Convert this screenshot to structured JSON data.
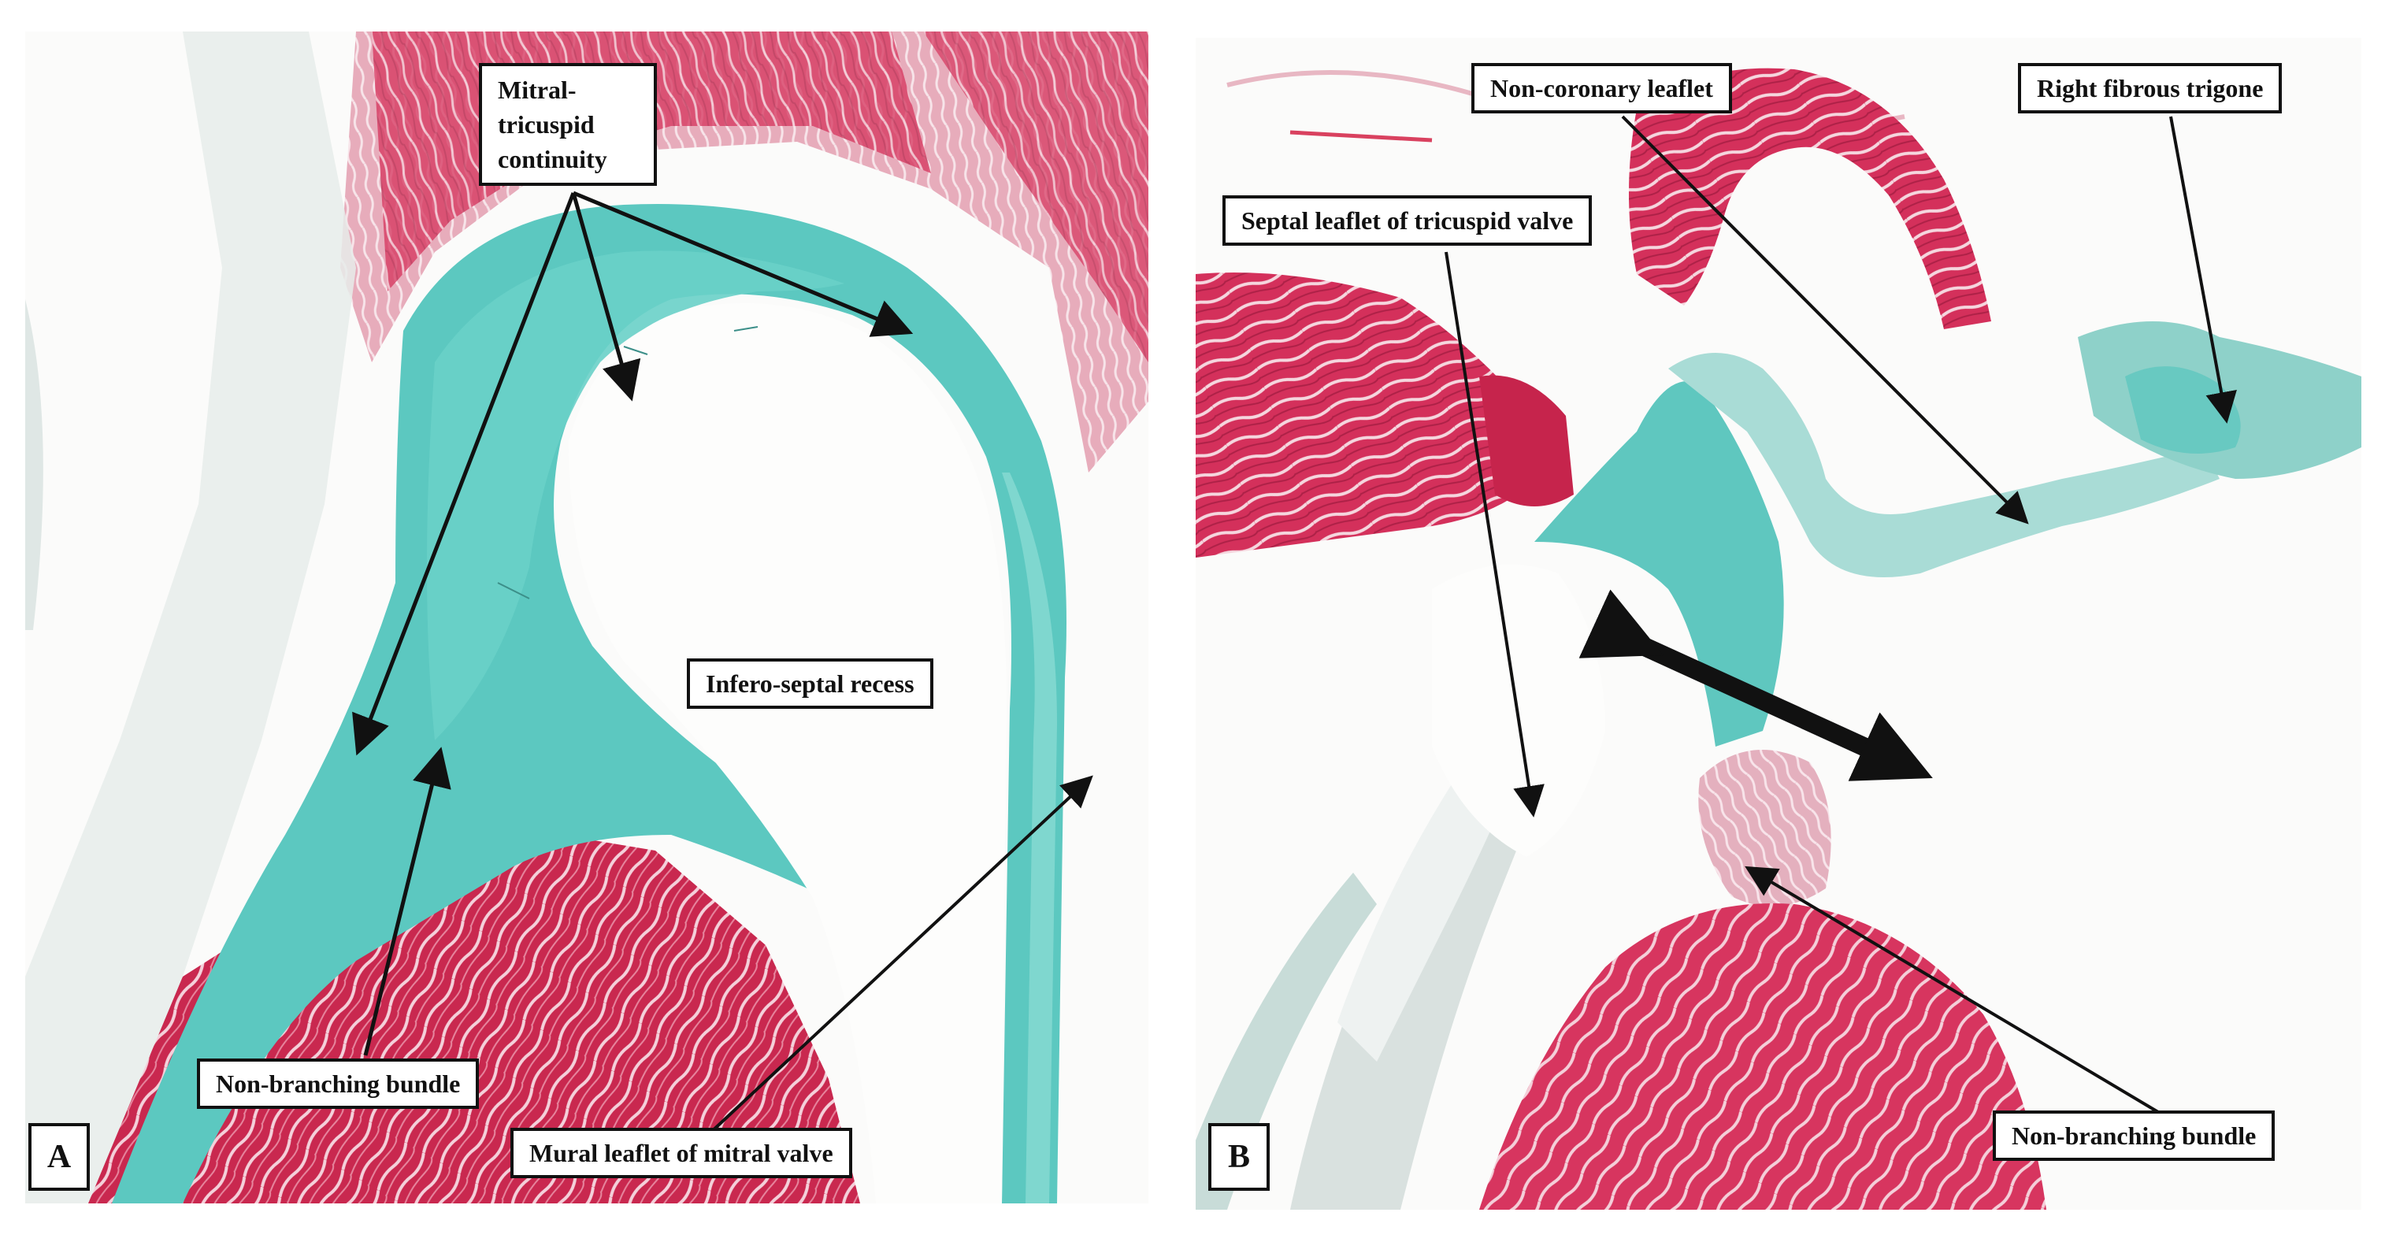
{
  "figure": {
    "panel_a": {
      "letter": "A",
      "labels": {
        "mitral_tricuspid_continuity": "Mitral-tricuspid continuity",
        "infero_septal_recess": "Infero-septal recess",
        "non_branching_bundle": "Non-branching bundle",
        "mural_leaflet": "Mural leaflet of mitral valve"
      }
    },
    "panel_b": {
      "letter": "B",
      "labels": {
        "non_coronary_leaflet": "Non-coronary leaflet",
        "right_fibrous_trigone": "Right fibrous trigone",
        "septal_leaflet": "Septal leaflet of tricuspid valve",
        "non_branching_bundle": "Non-branching bundle"
      }
    },
    "colors": {
      "collagen_stain": "#5cc8c0",
      "muscle_stain": "#d8335f",
      "background": "#fbfbfa",
      "label_border": "#111111"
    }
  }
}
